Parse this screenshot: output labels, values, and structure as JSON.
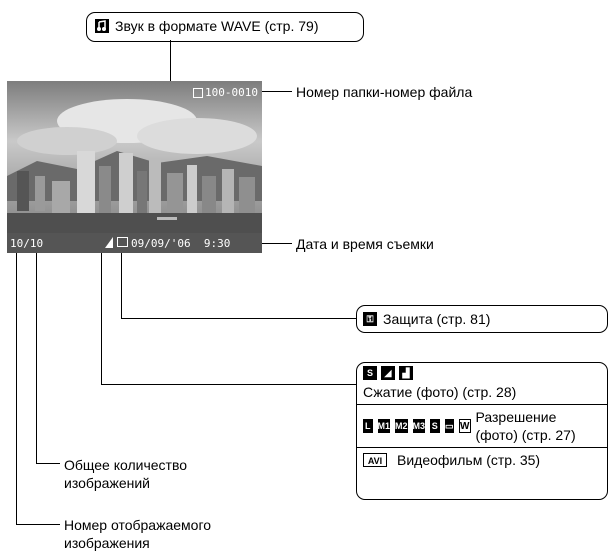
{
  "top_callout": {
    "icon": "sound-icon",
    "text": "Звук в формате WAVE (стр. 79)"
  },
  "screen": {
    "folder_file": "100-0010",
    "image_index": "10/10",
    "datetime": "09/09/'06  9:30"
  },
  "labels": {
    "folder_file": "Номер папки-номер файла",
    "datetime": "Дата и время съемки",
    "total_images": "Общее количество изображений",
    "current_image": "Номер отображаемого изображения"
  },
  "protect_callout": {
    "icon": "protect-key-icon",
    "text": "Защита (стр. 81)"
  },
  "info_box": {
    "compression_text": "Сжатие (фото) (стр. 28)",
    "resolution_icons": [
      "L",
      "M1",
      "M2",
      "M3",
      "S"
    ],
    "resolution_text": "Разрешение (фото) (стр. 27)",
    "movie_icon": "AVI",
    "movie_text": "Видеофильм (стр. 35)"
  }
}
